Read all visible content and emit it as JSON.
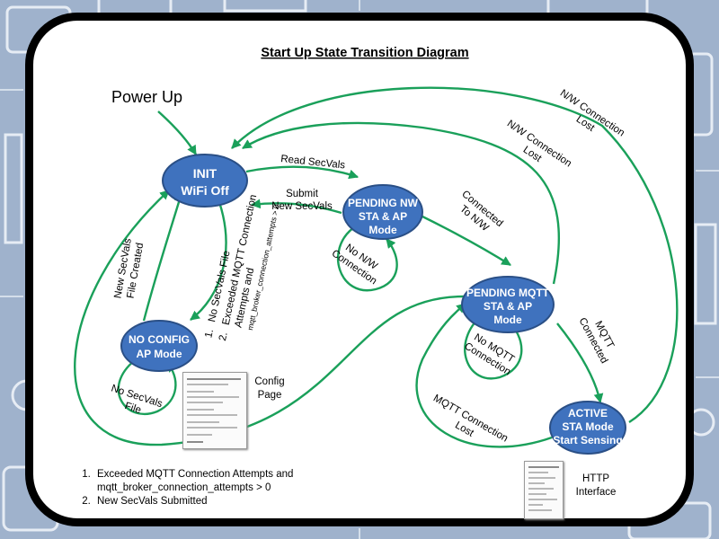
{
  "title": "Start Up State Transition  Diagram",
  "entry_label": "Power Up",
  "colors": {
    "node_fill": "#3f72be",
    "node_stroke": "#2a4f86",
    "edge": "#1aa05a",
    "frame": "#000000"
  },
  "nodes": {
    "init": {
      "line1": "INIT",
      "line2": "WiFi Off"
    },
    "pending_nw": {
      "line1": "PENDING NW",
      "line2": "STA & AP",
      "line3": "Mode"
    },
    "pending_mqtt": {
      "line1": "PENDING MQTT",
      "line2": "STA & AP",
      "line3": "Mode"
    },
    "no_config": {
      "line1": "NO CONFIG",
      "line2": "AP Mode"
    },
    "active": {
      "line1": "ACTIVE",
      "line2": "STA Mode",
      "line3": "Start Sensing"
    }
  },
  "edges": {
    "read_secvals": "Read SecVals",
    "submit_1": "Submit",
    "submit_2": "New SecVals",
    "no_nw_1": "No N/W",
    "no_nw_2": "Connection",
    "connected_nw_1": "Connected",
    "connected_nw_2": "To N/W",
    "nw_lost_inner_1": "N/W Connection",
    "nw_lost_inner_2": "Lost",
    "nw_lost_outer_1": "N/W Connection",
    "nw_lost_outer_2": "Lost",
    "new_secvals_1": "New SecVals",
    "new_secvals_2": "File Created",
    "cond_1_num": "1.",
    "cond_1": "No SecVals File",
    "cond_2_num": "2.",
    "cond_2a": "Exceeded MQTT Connection",
    "cond_2b": "Attempts and",
    "cond_2c": "mqtt_broker_connection_attempts > 0",
    "no_secvals_1": "No SecVals",
    "no_secvals_2": "File",
    "no_mqtt_1": "No MQTT",
    "no_mqtt_2": "Connection",
    "mqtt_connected_1": "MQTT",
    "mqtt_connected_2": "Connected",
    "mqtt_lost_1": "MQTT Connection",
    "mqtt_lost_2": "Lost"
  },
  "captions": {
    "config_1": "Config",
    "config_2": "Page",
    "http_1": "HTTP",
    "http_2": "Interface"
  },
  "footnotes": [
    "Exceeded MQTT Connection Attempts and mqtt_broker_connection_attempts  > 0",
    "New SecVals Submitted"
  ]
}
